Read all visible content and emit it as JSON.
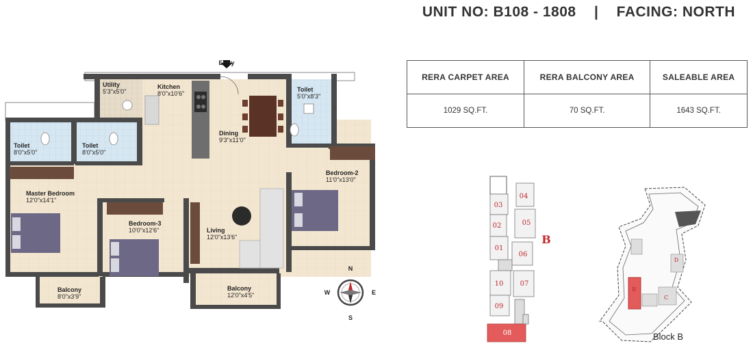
{
  "header": {
    "unit": "UNIT NO: B108 - 1808",
    "sep": "|",
    "facing": "FACING: NORTH"
  },
  "areas": {
    "headers": [
      "RERA CARPET AREA",
      "RERA BALCONY AREA",
      "SALEABLE AREA"
    ],
    "values": [
      "1029 SQ.FT.",
      "70 SQ.FT.",
      "1643 SQ.FT."
    ]
  },
  "entry": "Entry",
  "rooms": {
    "utility": {
      "name": "Utility",
      "dims": "5'3\"x5'0\""
    },
    "kitchen": {
      "name": "Kitchen",
      "dims": "8'0\"x10'6\""
    },
    "toilet_a": {
      "name": "Toilet",
      "dims": "5'0\"x8'3\""
    },
    "dining": {
      "name": "Dining",
      "dims": "9'3\"x11'0\""
    },
    "toilet_b": {
      "name": "Toilet",
      "dims": "8'0\"x5'0\""
    },
    "toilet_c": {
      "name": "Toilet",
      "dims": "8'0\"x5'0\""
    },
    "bedroom2": {
      "name": "Bedroom-2",
      "dims": "11'0\"x13'0\""
    },
    "master": {
      "name": "Master Bedroom",
      "dims": "12'0\"x14'1\""
    },
    "bedroom3": {
      "name": "Bedroom-3",
      "dims": "10'0\"x12'6\""
    },
    "living": {
      "name": "Living",
      "dims": "12'0\"x13'6\""
    },
    "balcony1": {
      "name": "Balcony",
      "dims": "8'0\"x3'9\""
    },
    "balcony2": {
      "name": "Balcony",
      "dims": "12'0\"x4'5\""
    }
  },
  "compass": {
    "n": "N",
    "s": "S",
    "e": "E",
    "w": "W"
  },
  "keyplan": {
    "units": [
      "03",
      "04",
      "02",
      "05",
      "01",
      "06",
      "10",
      "07",
      "09",
      "08"
    ],
    "highlighted": "08",
    "block_letter": "B",
    "highlight_color": "#e35b5b"
  },
  "siteplan": {
    "label": "Block B",
    "markers": [
      "D",
      "B",
      "C"
    ]
  }
}
